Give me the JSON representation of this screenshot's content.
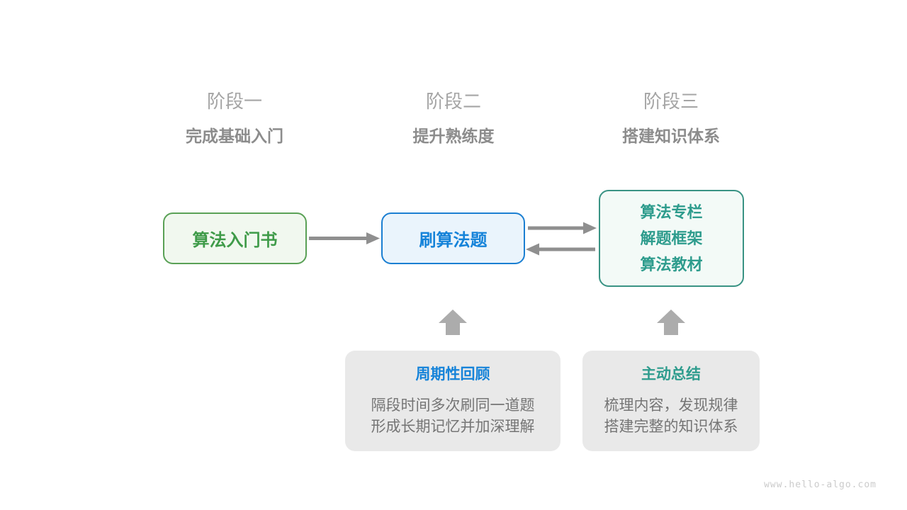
{
  "stages": [
    {
      "title": "阶段一",
      "subtitle": "完成基础入门"
    },
    {
      "title": "阶段二",
      "subtitle": "提升熟练度"
    },
    {
      "title": "阶段三",
      "subtitle": "搭建知识体系"
    }
  ],
  "flow": {
    "intro_book": "算法入门书",
    "practice": "刷算法题",
    "resources": [
      "算法专栏",
      "解题框架",
      "算法教材"
    ]
  },
  "notes": [
    {
      "title": "周期性回顾",
      "lines": [
        "隔段时间多次刷同一道题",
        "形成长期记忆并加深理解"
      ]
    },
    {
      "title": "主动总结",
      "lines": [
        "梳理内容，发现规律",
        "搭建完整的知识体系"
      ]
    }
  ],
  "watermark": "www.hello-algo.com",
  "icons": {
    "flow_arrow_1": "arrow-right",
    "flow_arrow_top": "arrow-right",
    "flow_arrow_bottom": "arrow-left",
    "note_arrow": "arrow-up"
  },
  "colors": {
    "green_border": "#5AA156",
    "green_bg": "#F1F8EF",
    "green_text": "#3F9B49",
    "blue_border": "#1B7FD2",
    "blue_bg": "#EAF4FC",
    "blue_text": "#1583D9",
    "teal_border": "#399384",
    "teal_bg": "#F3FAF7",
    "teal_text": "#2E9C8D",
    "note_bg": "#E9E9E9",
    "note_text": "#757575",
    "connector_arrow": "#8F8F8F",
    "block_arrow": "#ACACAC",
    "stage_title": "#A5A5A5",
    "stage_subtitle": "#8C8C8C",
    "watermark": "#CBCBCB"
  }
}
